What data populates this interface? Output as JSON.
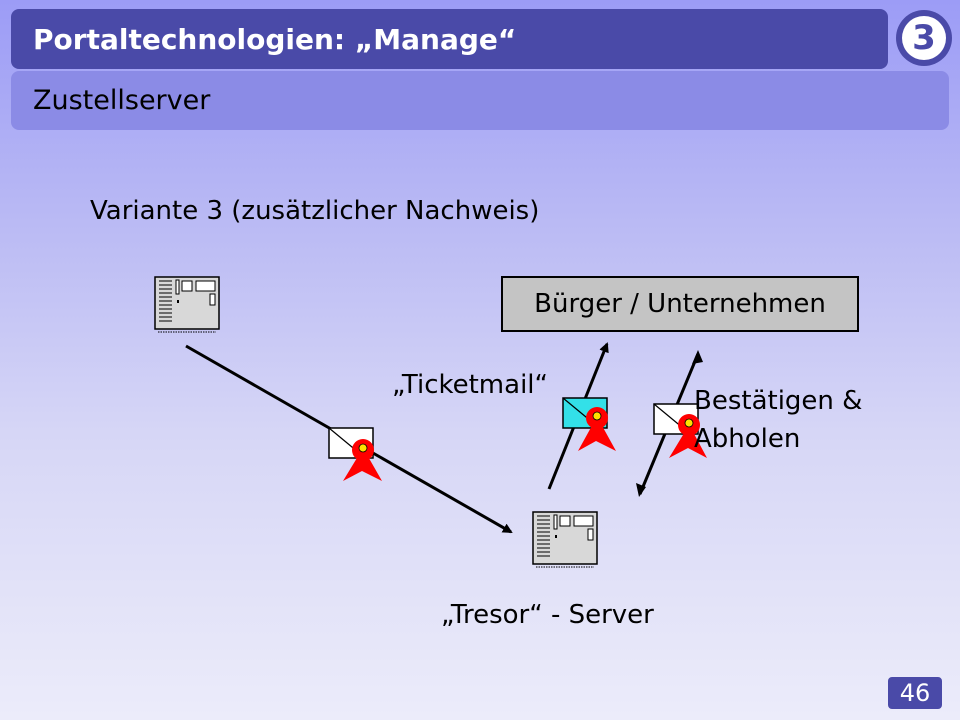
{
  "header": {
    "title": "Portaltechnologien: „Manage“",
    "badge": "3",
    "subtitle": "Zustellserver"
  },
  "diagram": {
    "heading": "Variante 3 (zusätzlicher Nachweis)",
    "citizen_box": "Bürger / Unternehmen",
    "ticketmail_label": "„Ticketmail“",
    "confirm_label_line1": "Bestätigen &",
    "confirm_label_line2": "Abholen",
    "tresor_label": "„Tresor“ - Server"
  },
  "colors": {
    "title_bar": "#4a4aa8",
    "subtitle_bar": "#8b8be6",
    "seal": "#ff0000",
    "ticket_envelope": "#33e0e8"
  },
  "icons": [
    "server-icon",
    "envelope-icon",
    "seal-icon"
  ],
  "footer": {
    "page_number": "46"
  }
}
